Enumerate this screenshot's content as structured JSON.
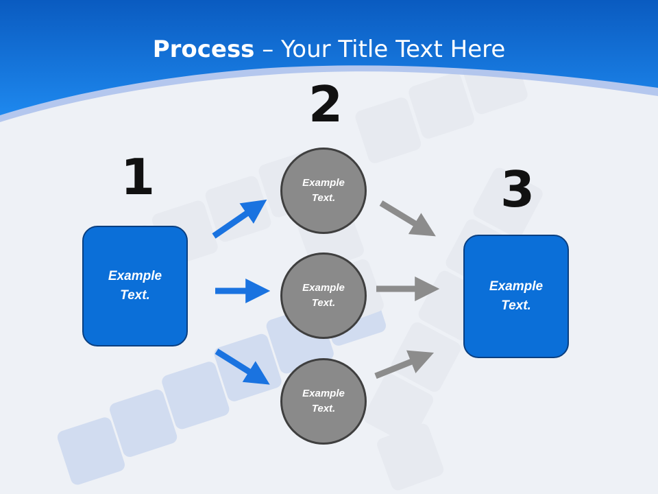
{
  "title": {
    "bold": "Process",
    "rest": " – Your Title Text Here"
  },
  "steps": {
    "step1": {
      "number": "1",
      "text": "Example\nText."
    },
    "step2": {
      "number": "2",
      "circles": [
        "Example\nText.",
        "Example\nText.",
        "Example\nText."
      ]
    },
    "step3": {
      "number": "3",
      "text": "Example\nText."
    }
  },
  "colors": {
    "header": "#0b6fd8",
    "box": "#0b6fd8",
    "circle": "#8a8a8a",
    "arrow_blue": "#1a73e0",
    "arrow_gray": "#8c8c8c"
  }
}
